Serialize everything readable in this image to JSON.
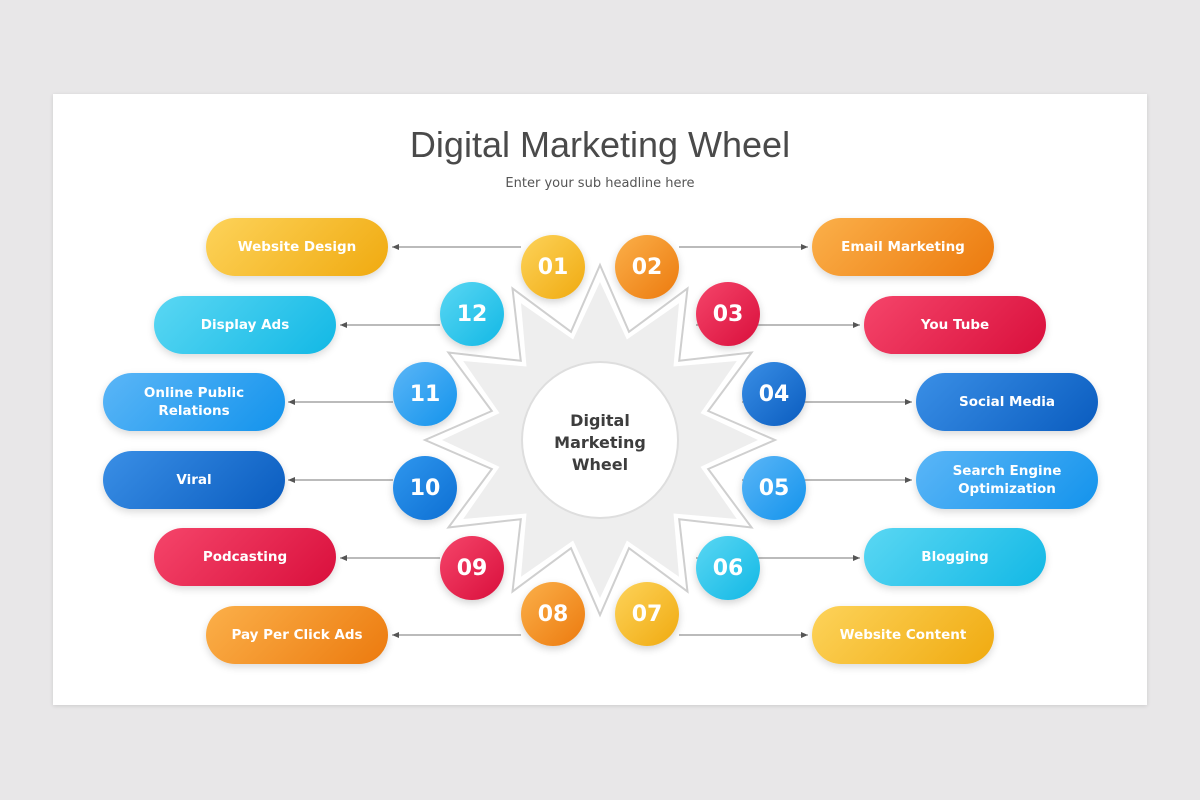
{
  "title": "Digital Marketing Wheel",
  "subtitle": "Enter your sub headline here",
  "center": {
    "line1": "Digital",
    "line2": "Marketing",
    "line3": "Wheel"
  },
  "items": [
    {
      "num": "01",
      "label": "Website Design",
      "color": "yellow"
    },
    {
      "num": "02",
      "label": "Email Marketing",
      "color": "orange"
    },
    {
      "num": "03",
      "label": "You Tube",
      "color": "red"
    },
    {
      "num": "04",
      "label": "Social Media",
      "color": "blue"
    },
    {
      "num": "05",
      "label": "Search Engine Optimization",
      "color": "lblue"
    },
    {
      "num": "06",
      "label": "Blogging",
      "color": "cyan"
    },
    {
      "num": "07",
      "label": "Website Content",
      "color": "yellow"
    },
    {
      "num": "08",
      "label": "Pay Per Click Ads",
      "color": "orange"
    },
    {
      "num": "09",
      "label": "Podcasting",
      "color": "red"
    },
    {
      "num": "10",
      "label": "Viral",
      "color": "blue"
    },
    {
      "num": "11",
      "label": "Online Public Relations",
      "color": "lblue"
    },
    {
      "num": "12",
      "label": "Display Ads",
      "color": "cyan"
    }
  ],
  "colors": {
    "yellow": "#f4b91c",
    "orange": "#f08a1f",
    "red": "#e61f4c",
    "blue": "#1267cf",
    "lblue": "#1e9af0",
    "cyan": "#22c3ea"
  }
}
